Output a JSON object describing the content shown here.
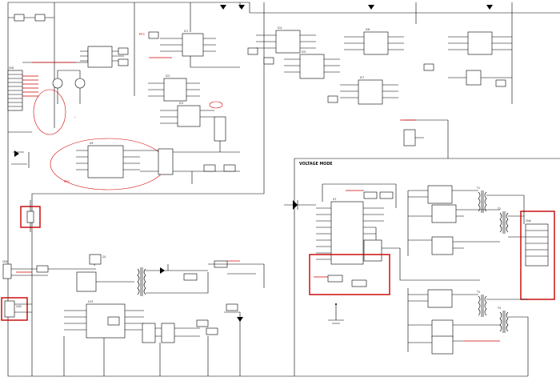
{
  "labels": {
    "voltage_mode": "VOLTAGE MODE",
    "ic_u1": "IC1",
    "ic_u2": "IC2",
    "ic_u3": "IC3",
    "ic_u4": "IC4",
    "ic_u5": "IC5",
    "ic_u6": "IC6",
    "ic_u7": "IC7",
    "ic_main": "U1",
    "ic_pfc": "U9",
    "ic_pwm": "U13",
    "ic_vm": "U7",
    "mosfet": "Q1",
    "tr1": "T1",
    "tr2": "T2",
    "tr3": "T3",
    "tr4": "T4",
    "conn_left_top": "CN1",
    "conn_left_mid": "CN2",
    "conn_left_bot": "CN3",
    "conn_right": "CN4",
    "ann_top": "PFC",
    "ann_mid": "PFC",
    "ann_circle": "Q1"
  },
  "colors": {
    "wire": "#000000",
    "highlight": "#c80000",
    "red_net": "#d20000"
  }
}
